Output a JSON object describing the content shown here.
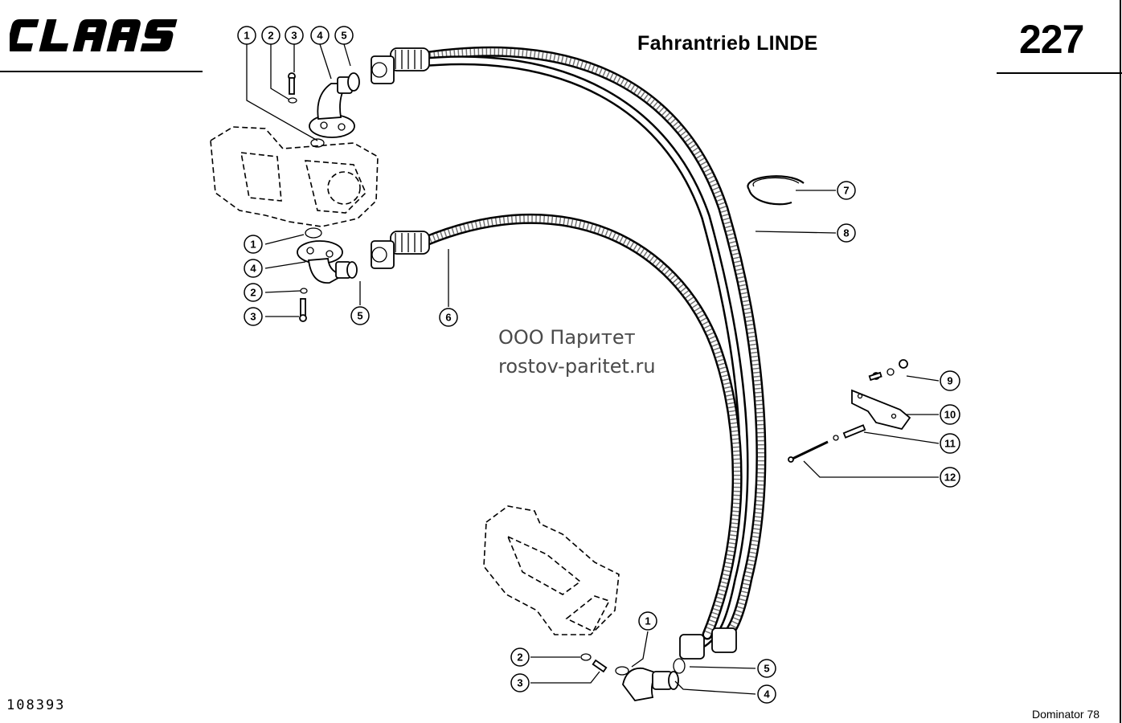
{
  "header": {
    "brand": "CLAAS",
    "title": "Fahrantrieb LINDE",
    "page_number": "227"
  },
  "footer": {
    "doc_number": "108393",
    "model": "Dominator 78"
  },
  "watermark": {
    "line1": "ООО Паритет",
    "line2": "rostov-paritet.ru"
  },
  "callouts": [
    {
      "id": "c-top-1",
      "label": "1"
    },
    {
      "id": "c-top-2",
      "label": "2"
    },
    {
      "id": "c-top-3",
      "label": "3"
    },
    {
      "id": "c-top-4",
      "label": "4"
    },
    {
      "id": "c-top-5",
      "label": "5"
    },
    {
      "id": "c-mid-1",
      "label": "1"
    },
    {
      "id": "c-mid-4",
      "label": "4"
    },
    {
      "id": "c-mid-2",
      "label": "2"
    },
    {
      "id": "c-mid-3",
      "label": "3"
    },
    {
      "id": "c-mid-5",
      "label": "5"
    },
    {
      "id": "c-mid-6",
      "label": "6"
    },
    {
      "id": "c-r-7",
      "label": "7"
    },
    {
      "id": "c-r-8",
      "label": "8"
    },
    {
      "id": "c-r-9",
      "label": "9"
    },
    {
      "id": "c-r-10",
      "label": "10"
    },
    {
      "id": "c-r-11",
      "label": "11"
    },
    {
      "id": "c-r-12",
      "label": "12"
    },
    {
      "id": "c-bot-1",
      "label": "1"
    },
    {
      "id": "c-bot-2",
      "label": "2"
    },
    {
      "id": "c-bot-3",
      "label": "3"
    },
    {
      "id": "c-bot-5",
      "label": "5"
    },
    {
      "id": "c-bot-4",
      "label": "4"
    }
  ]
}
